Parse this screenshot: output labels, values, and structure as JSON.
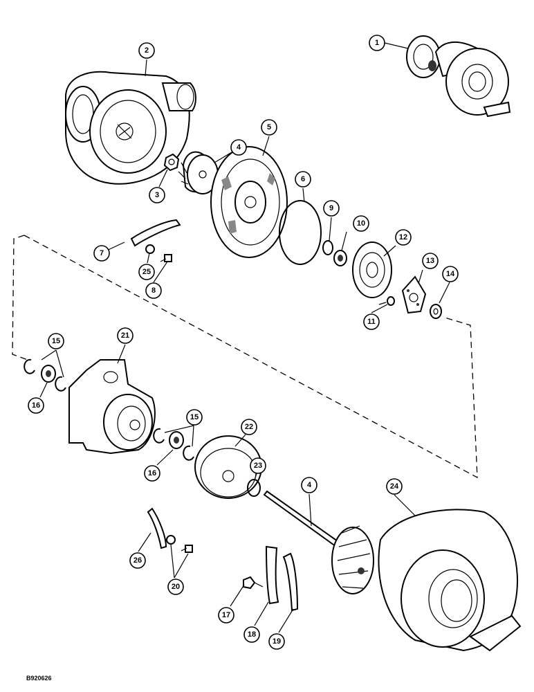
{
  "drawing_code": "B920626",
  "callouts": [
    {
      "id": "c1",
      "label": "1"
    },
    {
      "id": "c2",
      "label": "2"
    },
    {
      "id": "c3",
      "label": "3"
    },
    {
      "id": "c4a",
      "label": "4"
    },
    {
      "id": "c5",
      "label": "5"
    },
    {
      "id": "c6",
      "label": "6"
    },
    {
      "id": "c7",
      "label": "7"
    },
    {
      "id": "c8",
      "label": "8"
    },
    {
      "id": "c9",
      "label": "9"
    },
    {
      "id": "c10",
      "label": "10"
    },
    {
      "id": "c11",
      "label": "11"
    },
    {
      "id": "c12",
      "label": "12"
    },
    {
      "id": "c13",
      "label": "13"
    },
    {
      "id": "c14",
      "label": "14"
    },
    {
      "id": "c15a",
      "label": "15"
    },
    {
      "id": "c16a",
      "label": "16"
    },
    {
      "id": "c21",
      "label": "21"
    },
    {
      "id": "c15b",
      "label": "15"
    },
    {
      "id": "c16b",
      "label": "16"
    },
    {
      "id": "c22",
      "label": "22"
    },
    {
      "id": "c23",
      "label": "23"
    },
    {
      "id": "c4b",
      "label": "4"
    },
    {
      "id": "c24",
      "label": "24"
    },
    {
      "id": "c25",
      "label": "25"
    },
    {
      "id": "c26",
      "label": "26"
    },
    {
      "id": "c20",
      "label": "20"
    },
    {
      "id": "c17",
      "label": "17"
    },
    {
      "id": "c18",
      "label": "18"
    },
    {
      "id": "c19",
      "label": "19"
    }
  ]
}
